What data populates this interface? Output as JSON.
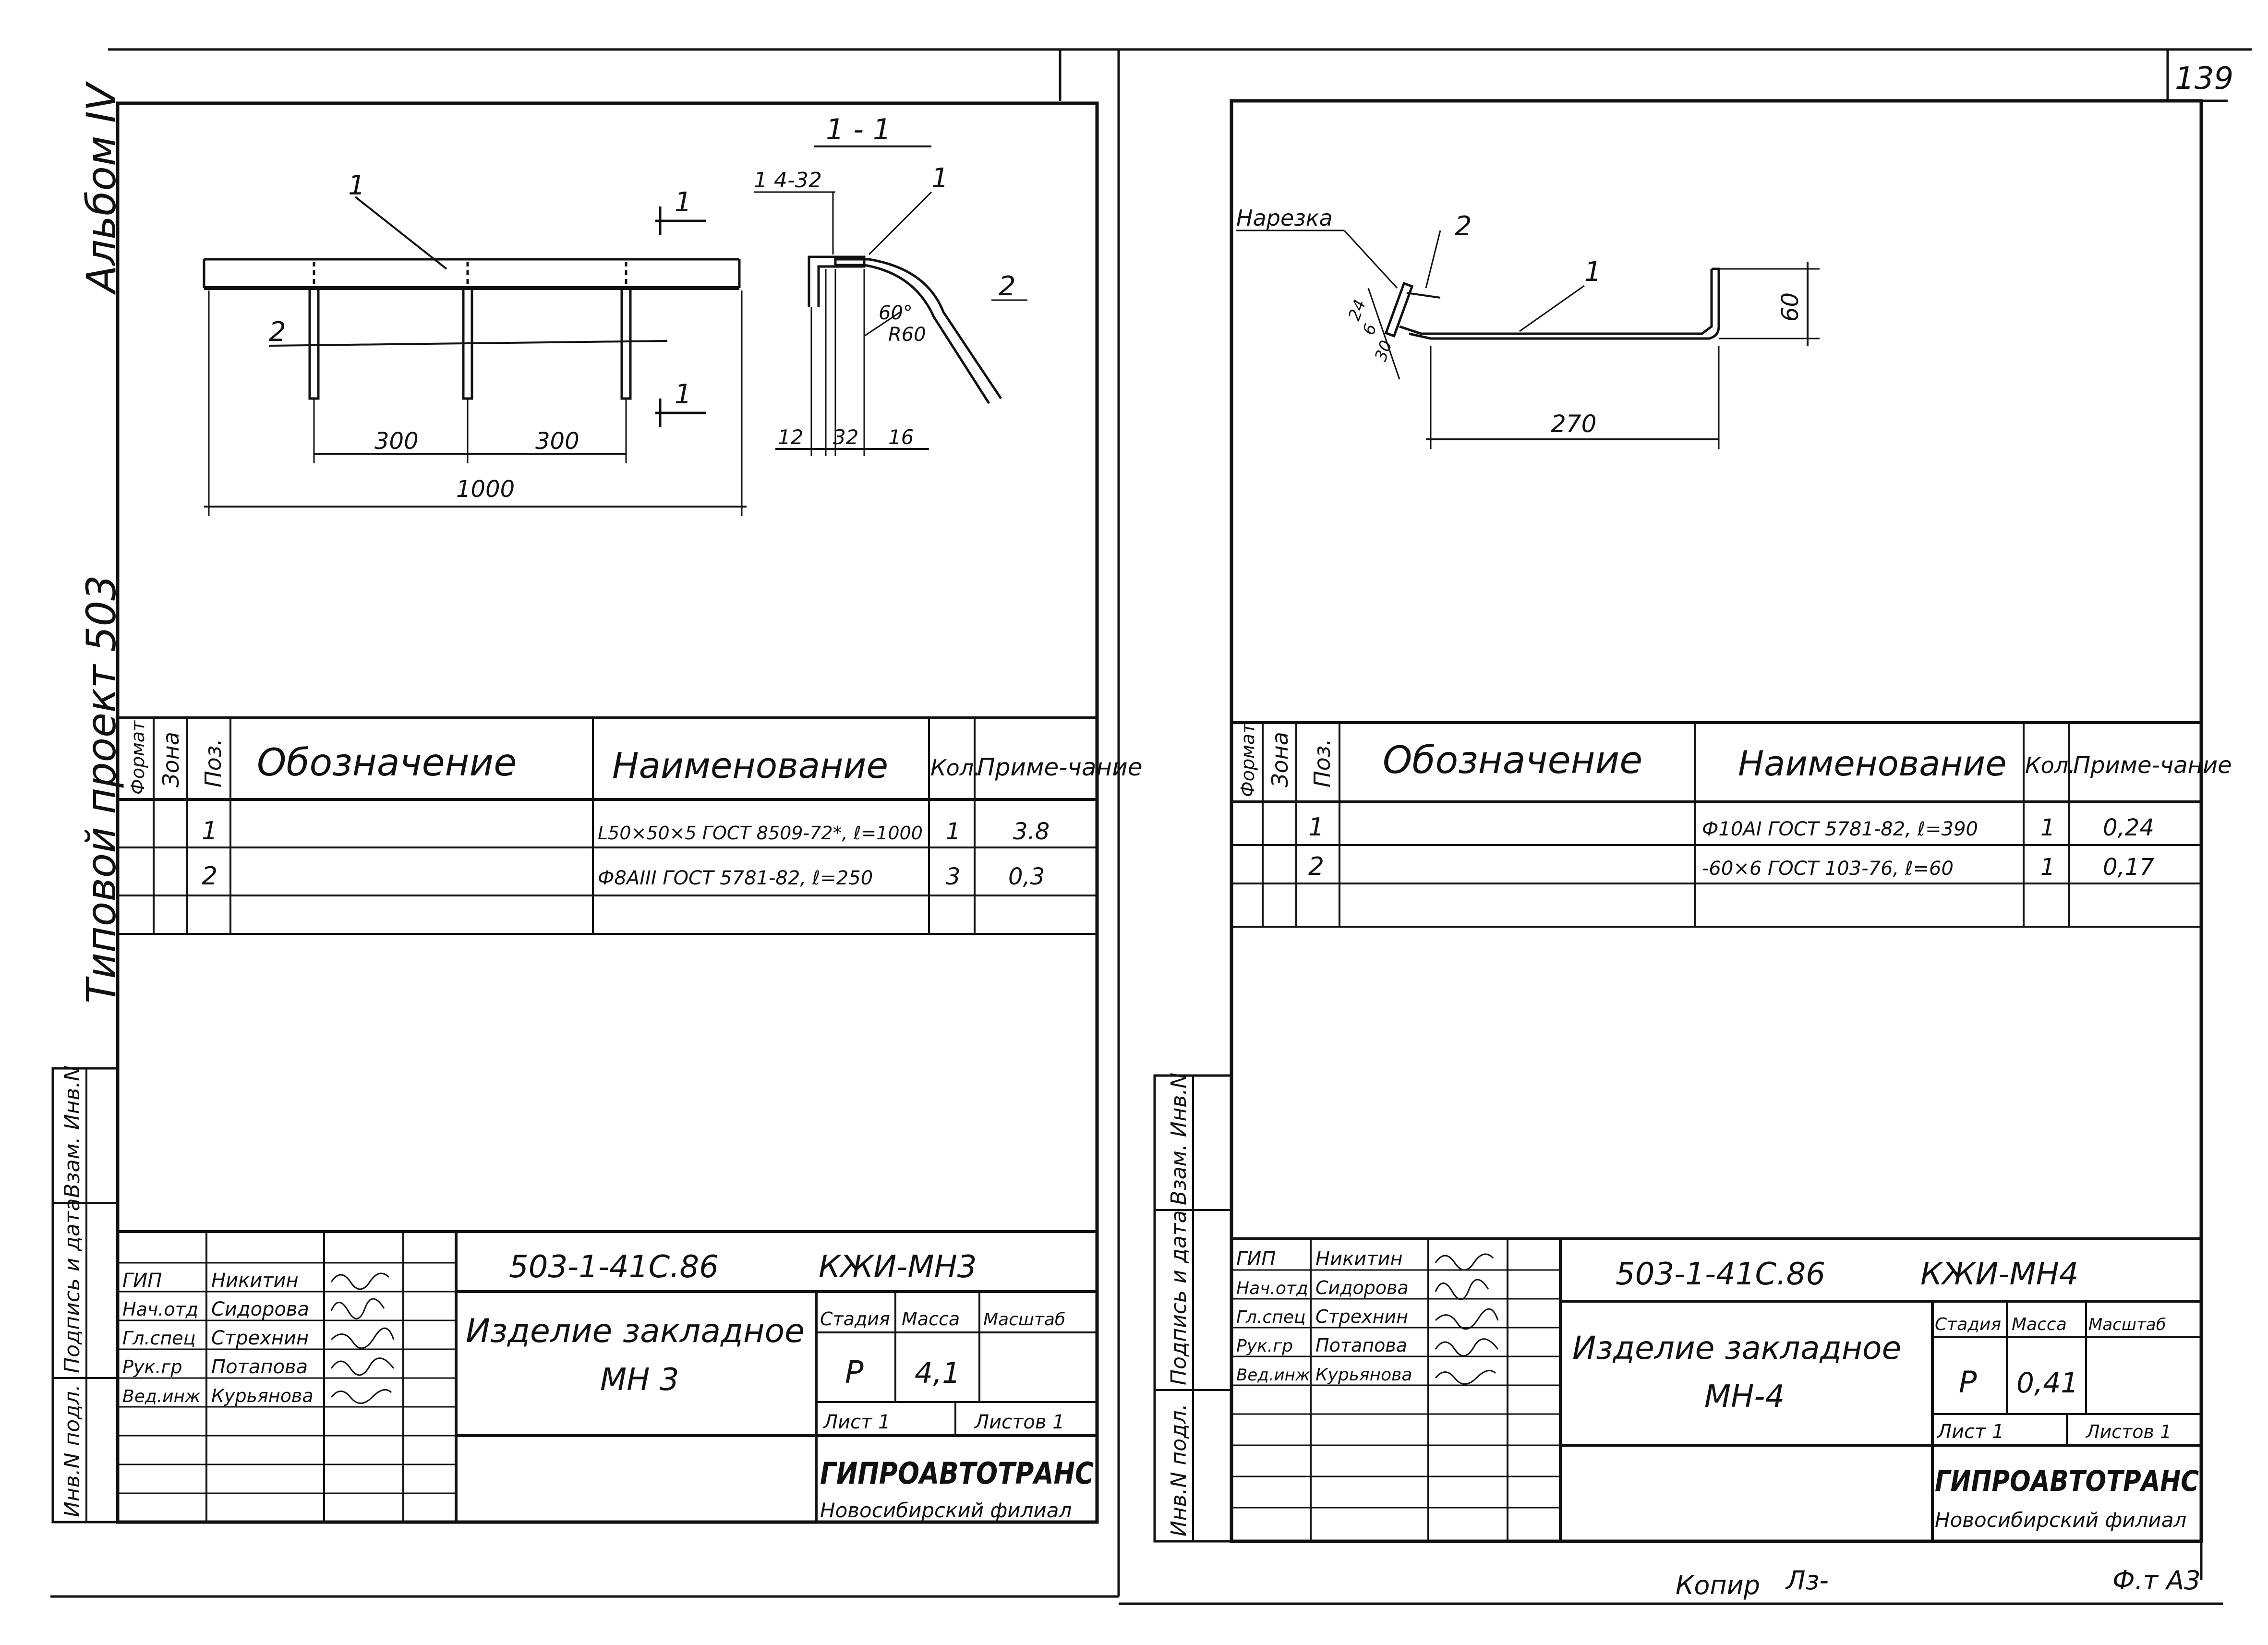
{
  "page": {
    "left_spine_text": "Типовой проект 503",
    "album": "Альбом IV",
    "sheet_number": "139",
    "copy_label": "Копир",
    "copy_signature": "Лз-",
    "format_label": "Ф.т А3",
    "side_stamp": [
      "Инв.N подл.",
      "Подпись и дата",
      "Взам. Инв.N"
    ]
  },
  "sheets": [
    {
      "drawing": {
        "section_title": "1 - 1",
        "labels": [
          "1",
          "2",
          "1",
          "1",
          "1",
          "2",
          "1 4-32",
          "60°",
          "R60"
        ],
        "dims": [
          "300",
          "300",
          "1000",
          "12",
          "32",
          "16"
        ]
      },
      "table": {
        "headers": [
          "Формат",
          "Зона",
          "Поз.",
          "Обозначение",
          "Наименование",
          "Кол.",
          "Приме-чание"
        ],
        "rows": [
          {
            "pos": "1",
            "name": "L50×50×5 ГОСТ 8509-72*, ℓ=1000",
            "qty": "1",
            "note": "3.8"
          },
          {
            "pos": "2",
            "name": "Ф8АIII ГОСТ 5781-82, ℓ=250",
            "qty": "3",
            "note": "0,3"
          }
        ]
      },
      "title_block": {
        "code": "503-1-41С.86",
        "mark": "КЖИ-МН3",
        "roles": [
          "ГИП",
          "Нач.отд",
          "Гл.спец",
          "Рук.гр",
          "Вед.инж"
        ],
        "names": [
          "Никитин",
          "Сидорова",
          "Стрехнин",
          "Потапова",
          "Курьянова"
        ],
        "title": "Изделие закладное",
        "subtitle": "МН 3",
        "stage_label": "Стадия",
        "mass_label": "Масса",
        "scale_label": "Масштаб",
        "stage": "Р",
        "mass": "4,1",
        "sheet_label": "Лист 1",
        "sheets_label": "Листов 1",
        "org": "ГИПРОАВТОТРАНС",
        "branch": "Новосибирский филиал"
      }
    },
    {
      "drawing": {
        "labels": [
          "Нарезка",
          "2",
          "1"
        ],
        "dims": [
          "60",
          "270",
          "24",
          "6",
          "30"
        ]
      },
      "table": {
        "headers": [
          "Формат",
          "Зона",
          "Поз.",
          "Обозначение",
          "Наименование",
          "Кол.",
          "Приме-чание"
        ],
        "rows": [
          {
            "pos": "1",
            "name": "Ф10АI ГОСТ 5781-82, ℓ=390",
            "qty": "1",
            "note": "0,24"
          },
          {
            "pos": "2",
            "name": "-60×6 ГОСТ 103-76, ℓ=60",
            "qty": "1",
            "note": "0,17"
          }
        ]
      },
      "title_block": {
        "code": "503-1-41С.86",
        "mark": "КЖИ-МН4",
        "roles": [
          "ГИП",
          "Нач.отд",
          "Гл.спец",
          "Рук.гр",
          "Вед.инж"
        ],
        "names": [
          "Никитин",
          "Сидорова",
          "Стрехнин",
          "Потапова",
          "Курьянова"
        ],
        "title": "Изделие закладное",
        "subtitle": "МН-4",
        "stage_label": "Стадия",
        "mass_label": "Масса",
        "scale_label": "Масштаб",
        "stage": "Р",
        "mass": "0,41",
        "sheet_label": "Лист 1",
        "sheets_label": "Листов 1",
        "org": "ГИПРОАВТОТРАНС",
        "branch": "Новосибирский филиал"
      }
    }
  ]
}
